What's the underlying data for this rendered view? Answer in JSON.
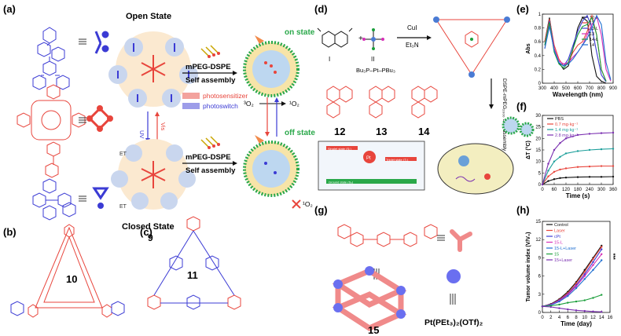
{
  "panels": {
    "a": {
      "label": "(a)",
      "open_state": "Open State",
      "closed_state": "Closed State",
      "compound": "9",
      "reagent": "mPEG-DSPE",
      "process": "Self assembly",
      "on_state": "on state",
      "off_state": "off state",
      "legend_photosensitizer": "photosensitizer",
      "legend_photoswitch": "photoswitch",
      "uv": "UV",
      "vis": "Vis",
      "et": "ET",
      "o2_triplet": "³O₂",
      "o2_singlet": "¹O₂"
    },
    "b": {
      "label": "(b)",
      "compound": "10"
    },
    "c": {
      "label": "(c)",
      "compound": "11"
    },
    "d": {
      "label": "(d)",
      "cat1": "CuI",
      "cat2": "Et₃N",
      "roman1": "I",
      "roman2": "II",
      "pt_reagent": "Bu₃P–Pt–PBu₃",
      "assembly": "DSPE-mPEG₂₀₀₀ Self-assembly",
      "compounds": [
        "12",
        "13",
        "14"
      ],
      "singlet": "Singlet state (S₁)",
      "triplet": "Triplet state (T₁)",
      "ground": "Ground state (S₀)"
    },
    "g": {
      "label": "(g)",
      "compound": "15",
      "pt_complex": "Pt(PEt₃)₂(OTf)₂"
    }
  },
  "colors": {
    "red": "#e8453c",
    "blue": "#3b3bd4",
    "black": "#111111"
  },
  "chart_data": [
    {
      "panel": "(e)",
      "type": "line",
      "xlabel": "Wavelength (nm)",
      "ylabel": "Abs",
      "xlim": [
        300,
        900
      ],
      "ylim": [
        0,
        1.0
      ],
      "xticks": [
        300,
        400,
        500,
        600,
        700,
        800,
        900
      ],
      "yticks": [
        0.0,
        0.2,
        0.4,
        0.6,
        0.8,
        1.0
      ],
      "series": [
        {
          "name": "12-L",
          "color": "#111111",
          "x": [
            320,
            360,
            400,
            440,
            480,
            520,
            560,
            600,
            640,
            680,
            700,
            720,
            760,
            800,
            840
          ],
          "y": [
            0.6,
            0.95,
            0.5,
            0.3,
            0.2,
            0.25,
            0.5,
            0.8,
            0.95,
            0.9,
            0.7,
            0.4,
            0.1,
            0.03,
            0.0
          ]
        },
        {
          "name": "12",
          "color": "#e8453c",
          "x": [
            320,
            360,
            400,
            440,
            480,
            520,
            560,
            600,
            640,
            680,
            720,
            760,
            800,
            840
          ],
          "y": [
            0.6,
            0.93,
            0.55,
            0.35,
            0.25,
            0.3,
            0.45,
            0.55,
            0.6,
            0.75,
            0.98,
            0.7,
            0.2,
            0.03
          ]
        },
        {
          "name": "13-L",
          "color": "#3b3bd4",
          "x": [
            320,
            360,
            400,
            440,
            480,
            520,
            560,
            600,
            640,
            680,
            720,
            760,
            800,
            840
          ],
          "y": [
            0.55,
            0.9,
            0.5,
            0.3,
            0.25,
            0.35,
            0.55,
            0.75,
            0.9,
            0.98,
            0.8,
            0.45,
            0.12,
            0.02
          ]
        },
        {
          "name": "13",
          "color": "#d62fb7",
          "x": [
            320,
            360,
            400,
            440,
            480,
            520,
            560,
            600,
            640,
            680,
            720,
            760,
            800,
            840,
            880
          ],
          "y": [
            0.5,
            0.85,
            0.5,
            0.32,
            0.28,
            0.3,
            0.38,
            0.45,
            0.55,
            0.7,
            0.85,
            0.97,
            0.7,
            0.2,
            0.03
          ]
        },
        {
          "name": "14-L",
          "color": "#1a9e3a",
          "x": [
            320,
            360,
            400,
            440,
            480,
            520,
            560,
            600,
            640,
            680,
            720,
            760,
            800,
            840
          ],
          "y": [
            0.55,
            0.88,
            0.45,
            0.28,
            0.22,
            0.3,
            0.5,
            0.7,
            0.82,
            0.85,
            0.95,
            0.7,
            0.2,
            0.03
          ]
        },
        {
          "name": "14",
          "color": "#1f6fd1",
          "x": [
            320,
            360,
            400,
            440,
            480,
            520,
            560,
            600,
            640,
            680,
            720,
            760,
            800,
            840,
            880
          ],
          "y": [
            0.5,
            0.82,
            0.48,
            0.3,
            0.25,
            0.28,
            0.35,
            0.45,
            0.55,
            0.65,
            0.8,
            0.98,
            0.85,
            0.3,
            0.05
          ]
        }
      ]
    },
    {
      "panel": "(f)",
      "type": "line",
      "xlabel": "Time (s)",
      "ylabel": "ΔT (°C)",
      "xlim": [
        0,
        360
      ],
      "ylim": [
        0,
        30
      ],
      "xticks": [
        0,
        60,
        120,
        180,
        240,
        300,
        360
      ],
      "yticks": [
        0,
        5,
        10,
        15,
        20,
        25,
        30
      ],
      "series": [
        {
          "name": "PBS",
          "color": "#111111",
          "x": [
            0,
            30,
            60,
            90,
            120,
            180,
            240,
            300,
            360
          ],
          "y": [
            0,
            1.5,
            2.3,
            2.8,
            3.0,
            3.2,
            3.3,
            3.3,
            3.4
          ]
        },
        {
          "name": "0.7 mg·kg⁻¹",
          "color": "#e8453c",
          "x": [
            0,
            30,
            60,
            90,
            120,
            180,
            240,
            300,
            360
          ],
          "y": [
            0,
            3.5,
            5.5,
            6.5,
            7.0,
            7.6,
            7.8,
            8.0,
            8.0
          ]
        },
        {
          "name": "1.4 mg·kg⁻¹",
          "color": "#1a9e9a",
          "x": [
            0,
            30,
            60,
            90,
            120,
            180,
            240,
            300,
            360
          ],
          "y": [
            0,
            6,
            10,
            12,
            13.5,
            14.5,
            15,
            15.3,
            15.5
          ]
        },
        {
          "name": "2.8 mg·kg⁻¹",
          "color": "#7a2fb0",
          "x": [
            0,
            30,
            60,
            90,
            120,
            180,
            240,
            300,
            360
          ],
          "y": [
            0,
            9,
            15,
            18,
            20,
            21.5,
            22,
            22.3,
            22.5
          ]
        }
      ]
    },
    {
      "panel": "(h)",
      "type": "line",
      "xlabel": "Time (day)",
      "ylabel": "Tumor volume index (V/V₀)",
      "xlim": [
        0,
        16
      ],
      "ylim": [
        0,
        15
      ],
      "xticks": [
        0,
        2,
        4,
        6,
        8,
        10,
        12,
        14,
        16
      ],
      "yticks": [
        0,
        3,
        6,
        9,
        12,
        15
      ],
      "series": [
        {
          "name": "Control",
          "color": "#111111",
          "x": [
            0,
            2,
            4,
            6,
            8,
            10,
            12,
            14
          ],
          "y": [
            1,
            1.4,
            2.2,
            3.4,
            5.0,
            7.0,
            9.0,
            11.0
          ]
        },
        {
          "name": "Laser",
          "color": "#e8453c",
          "x": [
            0,
            2,
            4,
            6,
            8,
            10,
            12,
            14
          ],
          "y": [
            1,
            1.3,
            2.1,
            3.2,
            4.8,
            6.7,
            8.8,
            10.8
          ]
        },
        {
          "name": "cPt",
          "color": "#3b3bd4",
          "x": [
            0,
            2,
            4,
            6,
            8,
            10,
            12,
            14
          ],
          "y": [
            1,
            1.3,
            2.0,
            3.0,
            4.5,
            6.3,
            8.3,
            10.4
          ]
        },
        {
          "name": "15-L",
          "color": "#d62fb7",
          "x": [
            0,
            2,
            4,
            6,
            8,
            10,
            12,
            14
          ],
          "y": [
            1,
            1.3,
            1.9,
            2.9,
            4.3,
            6.0,
            7.8,
            9.6
          ]
        },
        {
          "name": "15-L+Laser",
          "color": "#1f6fd1",
          "x": [
            0,
            2,
            4,
            6,
            8,
            10,
            12,
            14
          ],
          "y": [
            1,
            1.2,
            1.8,
            2.7,
            4.0,
            5.5,
            7.0,
            8.6
          ]
        },
        {
          "name": "15",
          "color": "#1a9e3a",
          "x": [
            0,
            2,
            4,
            6,
            8,
            10,
            12,
            14
          ],
          "y": [
            1,
            1.1,
            1.3,
            1.6,
            1.8,
            2.0,
            2.4,
            2.9
          ]
        },
        {
          "name": "15+Laser",
          "color": "#7a2fb0",
          "x": [
            0,
            2,
            4,
            6,
            8,
            10,
            12,
            14
          ],
          "y": [
            1,
            0.9,
            0.7,
            0.5,
            0.35,
            0.25,
            0.15,
            0.1
          ]
        }
      ],
      "annotation": "***"
    }
  ]
}
